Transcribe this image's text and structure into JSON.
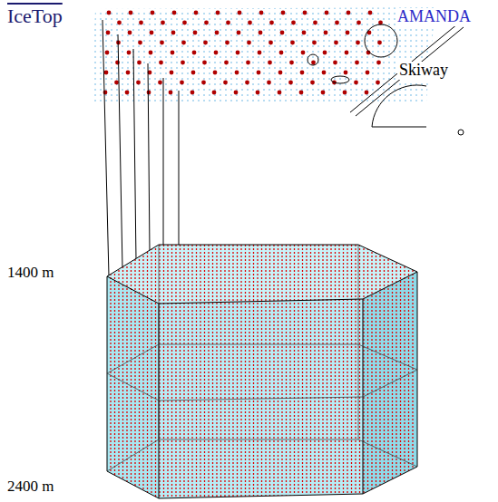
{
  "diagram": {
    "labels": [
      "IceTop",
      "AMANDA",
      "Skiway",
      "1400 m",
      "2400 m"
    ]
  }
}
